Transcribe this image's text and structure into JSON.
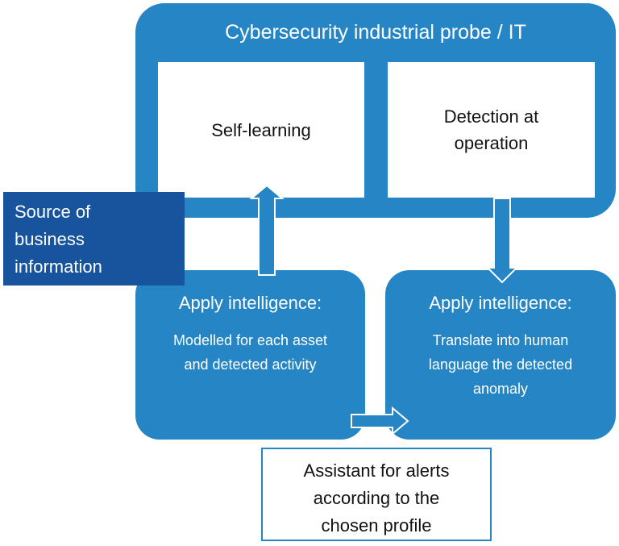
{
  "diagram": {
    "title": "Cybersecurity industrial probe / IT",
    "boxes": {
      "self_learning": "Self-learning",
      "detection": [
        "Detection at",
        "operation"
      ],
      "source": [
        "Source of",
        "business",
        "information"
      ],
      "apply_left": {
        "title": "Apply intelligence:",
        "text": [
          "Modelled for each asset",
          "and detected activity"
        ]
      },
      "apply_right": {
        "title": "Apply intelligence:",
        "text": [
          "Translate into human",
          "language the detected",
          "anomaly"
        ]
      },
      "assistant": [
        "Assistant for alerts",
        "according to the",
        "chosen profile"
      ]
    },
    "colors": {
      "primary_blue": "#2685c4",
      "dark_blue": "#18539e",
      "white": "#ffffff",
      "text_dark": "#111111"
    }
  }
}
